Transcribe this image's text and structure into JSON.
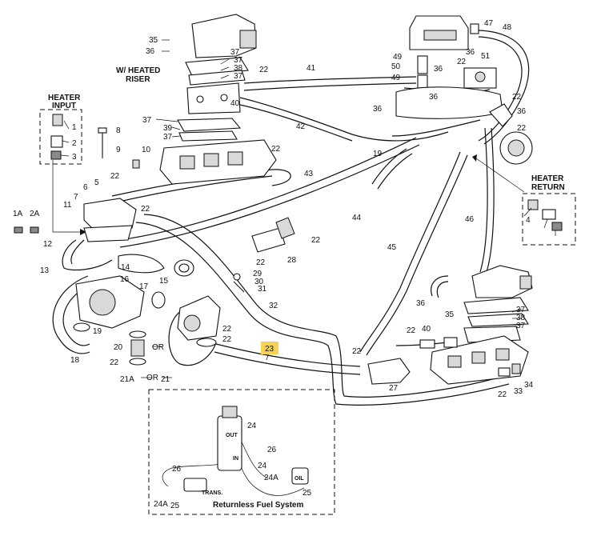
{
  "captions": {
    "heated_riser": [
      "W/ HEATED",
      "RISER"
    ],
    "heater_input": [
      "HEATER",
      "INPUT"
    ],
    "heater_return": [
      "HEATER",
      "RETURN"
    ],
    "fuel_system": "Returnless Fuel System",
    "fuel_out": "OUT",
    "fuel_in": "IN",
    "trans": "TRANS.",
    "oil": "OIL",
    "or_1": "OR",
    "or_2": "OR"
  },
  "callouts": {
    "c1": "1",
    "c2": "2",
    "c3": "3",
    "c1a": "1A",
    "c2a": "2A",
    "c4": "4",
    "c5": "5",
    "c6": "6",
    "c7": "7",
    "c8": "8",
    "c9": "9",
    "c10": "10",
    "c11": "11",
    "c12": "12",
    "c13": "13",
    "c14": "14",
    "c15": "15",
    "c16": "16",
    "c17": "17",
    "c18": "18",
    "c19a": "19",
    "c19b": "19",
    "c20": "20",
    "c21": "21",
    "c21a": "21A",
    "c22a": "22",
    "c22b": "22",
    "c22c": "22",
    "c22d": "22",
    "c22e": "22",
    "c22f": "22",
    "c22g": "22",
    "c22h": "22",
    "c22i": "22",
    "c22j": "22",
    "c22k": "22",
    "c22l": "22",
    "c22m": "22",
    "c22n": "22",
    "c22o": "22",
    "c23": "23",
    "c24a": "24",
    "c24b": "24",
    "c24c": "24A",
    "c24d": "24A",
    "c25a": "25",
    "c25b": "25",
    "c26a": "26",
    "c26b": "26",
    "c27": "27",
    "c28": "28",
    "c29": "29",
    "c30": "30",
    "c31": "31",
    "c32": "32",
    "c33": "33",
    "c34": "34",
    "c35a": "35",
    "c35b": "35",
    "c36a": "36",
    "c36b": "36",
    "c36c": "36",
    "c36d": "36",
    "c36e": "36",
    "c36f": "36",
    "c36g": "36",
    "c37a": "37",
    "c37b": "37",
    "c37c": "37",
    "c37d": "37",
    "c37e": "37",
    "c37f": "37",
    "c37g": "37",
    "c38a": "38",
    "c38b": "38",
    "c39": "39",
    "c40a": "40",
    "c40b": "40",
    "c41": "41",
    "c42": "42",
    "c43": "43",
    "c44": "44",
    "c45": "45",
    "c46": "46",
    "c47": "47",
    "c48": "48",
    "c49a": "49",
    "c49b": "49",
    "c50": "50",
    "c51": "51"
  },
  "highlight": {
    "color": "#f7d354",
    "callout": "23"
  },
  "colors": {
    "ink": "#111111",
    "shade": "#d9d9d9",
    "dark": "#8a8a8a"
  }
}
